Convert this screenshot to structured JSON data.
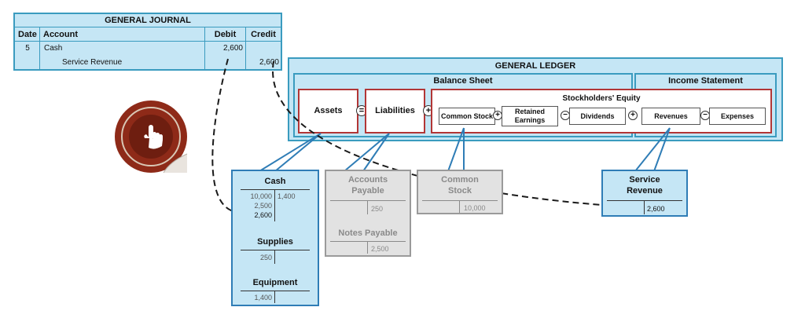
{
  "journal": {
    "title": "GENERAL JOURNAL",
    "columns": [
      "Date",
      "Account",
      "Debit",
      "Credit"
    ],
    "rows": [
      {
        "date": "5",
        "account": "Cash",
        "debit": "2,600",
        "credit": ""
      },
      {
        "date": "",
        "account": "Service Revenue",
        "debit": "",
        "credit": "2,600"
      }
    ]
  },
  "ledger": {
    "title": "GENERAL LEDGER",
    "balance_sheet": "Balance Sheet",
    "income_statement": "Income Statement",
    "stockholders_equity": "Stockholders' Equity",
    "assets": "Assets",
    "liabilities": "Liabilities",
    "common_stock": "Common Stock",
    "retained_earnings_1": "Retained",
    "retained_earnings_2": "Earnings",
    "dividends": "Dividends",
    "revenues": "Revenues",
    "expenses": "Expenses",
    "op_equals": "=",
    "op_plus": "+",
    "op_minus": "−"
  },
  "accounts": {
    "cash": {
      "title": "Cash",
      "debits": [
        "10,000",
        "2,500",
        "2,600"
      ],
      "credits": [
        "1,400"
      ]
    },
    "supplies": {
      "title": "Supplies",
      "debits": [
        "250"
      ]
    },
    "equipment": {
      "title": "Equipment",
      "debits": [
        "1,400"
      ]
    },
    "accounts_payable": {
      "title1": "Accounts",
      "title2": "Payable",
      "credits": [
        "250"
      ]
    },
    "notes_payable": {
      "title": "Notes Payable",
      "credits": [
        "2,500"
      ]
    },
    "common_stock": {
      "title1": "Common",
      "title2": "Stock",
      "credits": [
        "10,000"
      ]
    },
    "service_revenue": {
      "title1": "Service",
      "title2": "Revenue",
      "credits": [
        "2,600"
      ]
    }
  },
  "colors": {
    "blue_fill": "#c5e6f5",
    "blue_border": "#3a9bbf",
    "red_border": "#b23636",
    "icon_red": "#8e2a18"
  },
  "icons": {
    "tap_badge": "hand-pointer-icon"
  }
}
